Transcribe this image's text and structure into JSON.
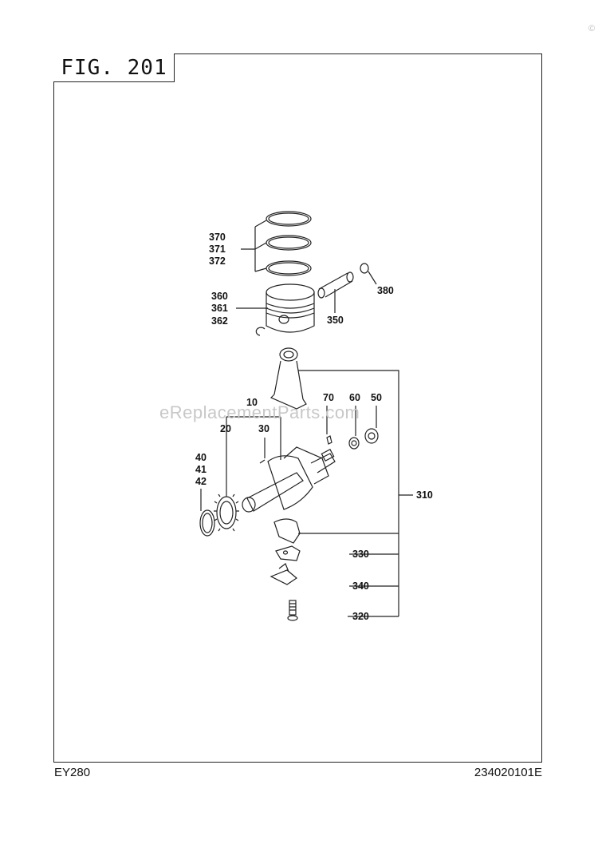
{
  "figure": {
    "title": "FIG. 201"
  },
  "footer": {
    "model": "EY280",
    "part_number": "234020101E"
  },
  "watermark": "eReplacementParts.com",
  "corner_mark": "©",
  "callouts": {
    "c370": "370",
    "c371": "371",
    "c372": "372",
    "c360": "360",
    "c361": "361",
    "c362": "362",
    "c380": "380",
    "c350": "350",
    "c10": "10",
    "c20": "20",
    "c30": "30",
    "c70": "70",
    "c60": "60",
    "c50": "50",
    "c40": "40",
    "c41": "41",
    "c42": "42",
    "c310": "310",
    "c330": "330",
    "c340": "340",
    "c320": "320"
  }
}
